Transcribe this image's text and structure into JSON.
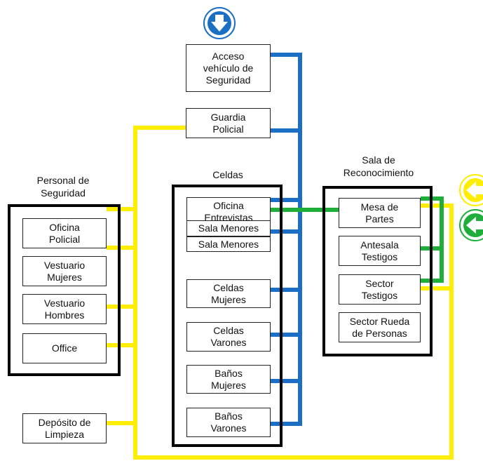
{
  "groups": {
    "personal_title": "Personal de\nSeguridad",
    "celdas_title": "Celdas",
    "sala_title": "Sala de\nReconocimiento"
  },
  "boxes": {
    "acceso": "Acceso\nvehículo de\nSeguridad",
    "guardia": "Guardia\nPolicial",
    "oficina_policial": "Oficina\nPolicial",
    "vestuario_mujeres": "Vestuario\nMujeres",
    "vestuario_hombres": "Vestuario\nHombres",
    "office": "Office",
    "deposito": "Depósito de\nLimpieza",
    "oficina_entrevistas": "Oficina\nEntrevistas",
    "sala_menores_1": "Sala Menores",
    "sala_menores_2": "Sala Menores",
    "celdas_mujeres": "Celdas\nMujeres",
    "celdas_varones": "Celdas\nVarones",
    "banos_mujeres": "Baños\nMujeres",
    "banos_varones": "Baños\nVarones",
    "mesa_partes": "Mesa de\nPartes",
    "antesala": "Antesala\nTestigos",
    "sector_testigos": "Sector\nTestigos",
    "rueda": "Sector Rueda\nde Personas"
  },
  "colors": {
    "blue": "#1a6fc4",
    "yellow": "#ffee00",
    "green": "#1fae3a"
  },
  "icons": {
    "top": "arrow-down-icon",
    "right_yellow": "arrow-left-icon",
    "right_green": "arrow-left-icon"
  }
}
